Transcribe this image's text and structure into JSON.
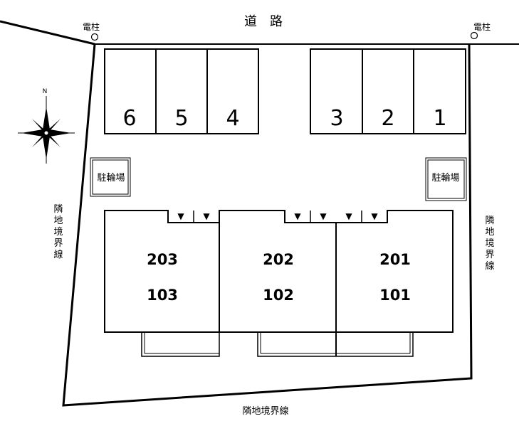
{
  "road_label": "道　路",
  "pole_label": "電柱",
  "compass_label": "N",
  "boundary_label": "隣地境界線",
  "bicycle_parking_label": "駐輪場",
  "parking_numbers": [
    "6",
    "5",
    "4",
    "3",
    "2",
    "1"
  ],
  "units": {
    "left": {
      "upper": "203",
      "lower": "103"
    },
    "middle": {
      "upper": "202",
      "lower": "102"
    },
    "right": {
      "upper": "201",
      "lower": "101"
    }
  },
  "entrance_marker": "▼"
}
